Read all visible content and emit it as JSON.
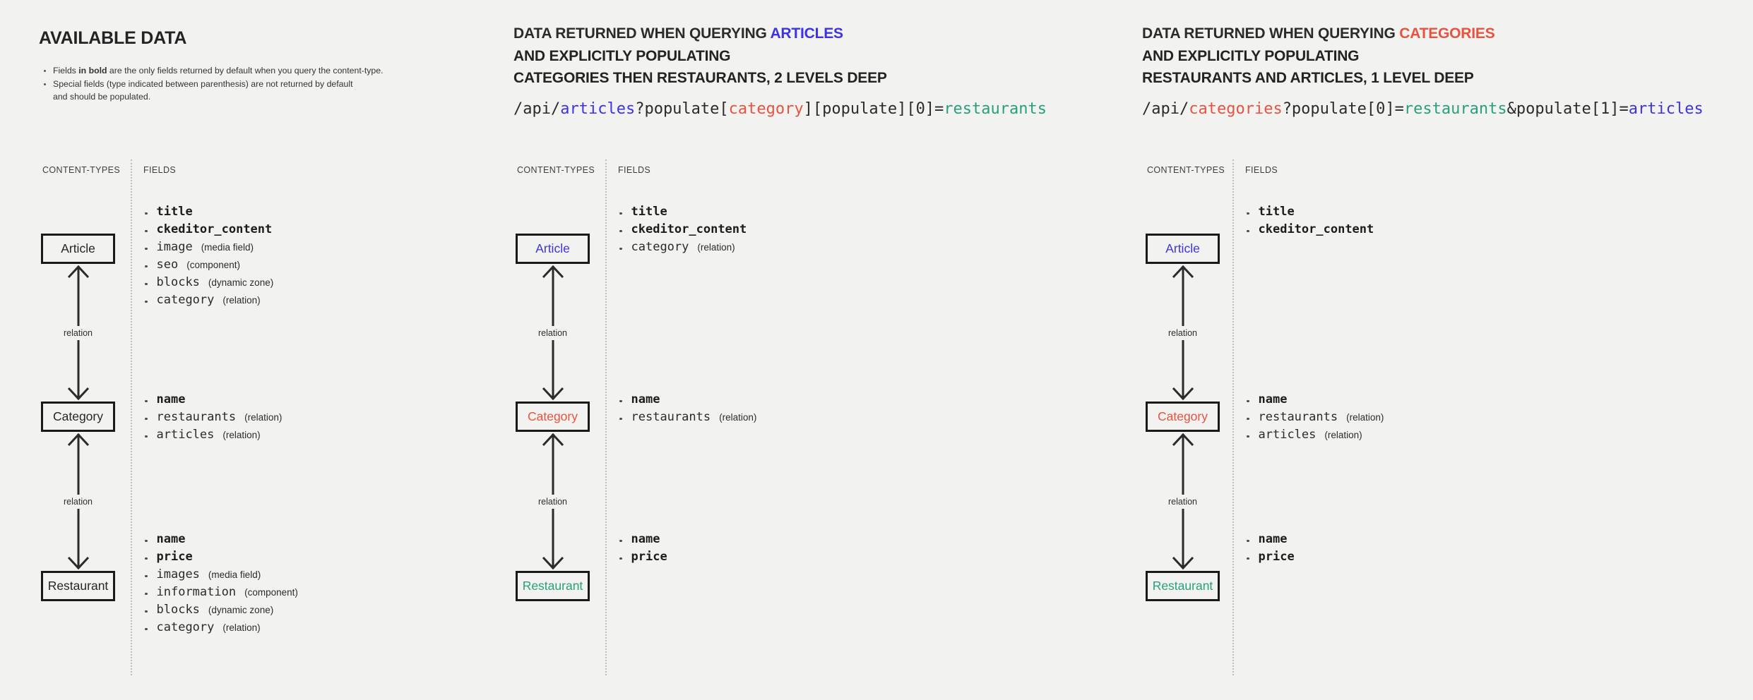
{
  "colors": {
    "dark": "#2b2b2b",
    "blue": "#3d33e4",
    "red": "#e85340",
    "teal": "#28a07d",
    "background": "#f2f2f0"
  },
  "labels": {
    "content_types": "CONTENT-TYPES",
    "fields": "FIELDS",
    "relation": "relation"
  },
  "available": {
    "title": "AVAILABLE DATA",
    "note1_pre": "Fields ",
    "note1_bold": "in bold",
    "note1_post": " are the only fields returned by default when you query the content-type.",
    "note2_line1": "Special fields (type indicated between parenthesis) are not returned by default",
    "note2_line2": "and should be populated."
  },
  "query_articles": {
    "title_line1": [
      {
        "text": "DATA RETURNED WHEN QUERYING ",
        "color": "dark"
      },
      {
        "text": "ARTICLES",
        "color": "blue"
      }
    ],
    "title_line2": "AND EXPLICITLY POPULATING",
    "title_line3": "CATEGORIES THEN RESTAURANTS, 2 LEVELS DEEP",
    "url": [
      {
        "text": "/api/",
        "color": "dark"
      },
      {
        "text": "articles",
        "color": "blue"
      },
      {
        "text": "?populate[",
        "color": "dark"
      },
      {
        "text": "category",
        "color": "red"
      },
      {
        "text": "][populate][0]=",
        "color": "dark"
      },
      {
        "text": "restaurants",
        "color": "teal"
      }
    ]
  },
  "query_categories": {
    "title_line1": [
      {
        "text": "DATA RETURNED WHEN QUERYING ",
        "color": "dark"
      },
      {
        "text": "CATEGORIES",
        "color": "red"
      }
    ],
    "title_line2": "AND EXPLICITLY POPULATING",
    "title_line3": "RESTAURANTS AND ARTICLES, 1 LEVEL DEEP",
    "url": [
      {
        "text": "/api/",
        "color": "dark"
      },
      {
        "text": "categories",
        "color": "red"
      },
      {
        "text": "?populate[0]=",
        "color": "dark"
      },
      {
        "text": "restaurants",
        "color": "teal"
      },
      {
        "text": "&populate[1]=",
        "color": "dark"
      },
      {
        "text": "articles",
        "color": "blue"
      }
    ]
  },
  "diagrams": [
    {
      "name": "available-data",
      "boxes": [
        {
          "label": "Article",
          "color": "dark"
        },
        {
          "label": "Category",
          "color": "dark"
        },
        {
          "label": "Restaurant",
          "color": "dark"
        }
      ],
      "field_groups": [
        [
          {
            "name": "title",
            "bold": true
          },
          {
            "name": "ckeditor_content",
            "bold": true
          },
          {
            "name": "image",
            "type": "(media field)"
          },
          {
            "name": "seo",
            "type": "(component)"
          },
          {
            "name": "blocks",
            "type": "(dynamic zone)"
          },
          {
            "name": "category",
            "type": "(relation)"
          }
        ],
        [
          {
            "name": "name",
            "bold": true
          },
          {
            "name": "restaurants",
            "type": "(relation)"
          },
          {
            "name": "articles",
            "type": "(relation)"
          }
        ],
        [
          {
            "name": "name",
            "bold": true
          },
          {
            "name": "price",
            "bold": true
          },
          {
            "name": "images",
            "type": "(media field)"
          },
          {
            "name": "information",
            "type": "(component)"
          },
          {
            "name": "blocks",
            "type": "(dynamic zone)"
          },
          {
            "name": "category",
            "type": "(relation)"
          }
        ]
      ]
    },
    {
      "name": "query-articles",
      "boxes": [
        {
          "label": "Article",
          "color": "blue"
        },
        {
          "label": "Category",
          "color": "red"
        },
        {
          "label": "Restaurant",
          "color": "teal"
        }
      ],
      "field_groups": [
        [
          {
            "name": "title",
            "bold": true
          },
          {
            "name": "ckeditor_content",
            "bold": true
          },
          {
            "name": "category",
            "type": "(relation)",
            "color": "red"
          }
        ],
        [
          {
            "name": "name",
            "bold": true
          },
          {
            "name": "restaurants",
            "type": "(relation)",
            "color": "teal"
          }
        ],
        [
          {
            "name": "name",
            "bold": true
          },
          {
            "name": "price",
            "bold": true
          }
        ]
      ]
    },
    {
      "name": "query-categories",
      "boxes": [
        {
          "label": "Article",
          "color": "blue"
        },
        {
          "label": "Category",
          "color": "red"
        },
        {
          "label": "Restaurant",
          "color": "teal"
        }
      ],
      "field_groups": [
        [
          {
            "name": "title",
            "bold": true
          },
          {
            "name": "ckeditor_content",
            "bold": true
          }
        ],
        [
          {
            "name": "name",
            "bold": true
          },
          {
            "name": "restaurants",
            "type": "(relation)",
            "color": "teal"
          },
          {
            "name": "articles",
            "type": "(relation)",
            "color": "blue"
          }
        ],
        [
          {
            "name": "name",
            "bold": true
          },
          {
            "name": "price",
            "bold": true
          }
        ]
      ]
    }
  ]
}
